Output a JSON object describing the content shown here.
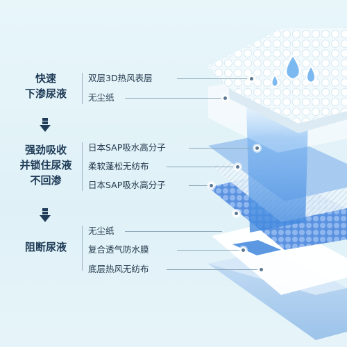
{
  "features": [
    {
      "lines": [
        "快速",
        "下渗尿液"
      ]
    },
    {
      "lines": [
        "强劲吸收",
        "并锁住尿液",
        "不回渗"
      ]
    },
    {
      "lines": [
        "阻断尿液"
      ]
    }
  ],
  "layers": [
    "双层3D热风表层",
    "无尘纸",
    "日本SAP吸水高分子",
    "柔软蓬松无纺布",
    "日本SAP吸水高分子",
    "无尘纸",
    "复合透气防水膜",
    "底层热风无纺布"
  ],
  "colors": {
    "heading": "#1f3b57",
    "label": "#24384c",
    "accent_blue": "#4a90e2",
    "sap_blue": "#6aa2e8"
  },
  "icons": [
    "down-arrow-icon",
    "water-drops-icon"
  ]
}
